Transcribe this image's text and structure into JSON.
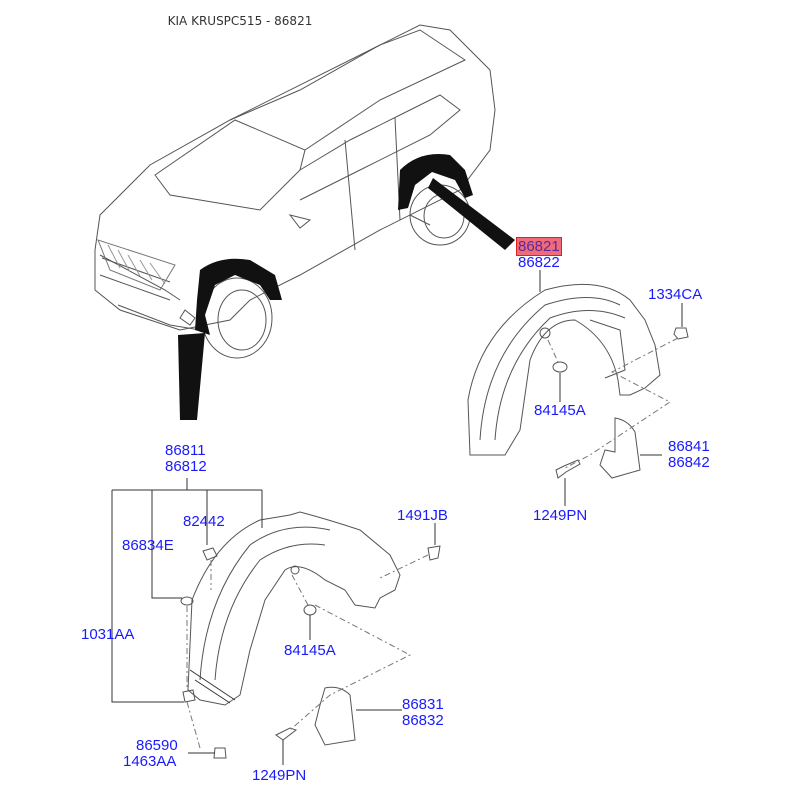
{
  "title": "KIA KRUSPC515 - 86821",
  "colors": {
    "label_text": "#1a1aff",
    "highlight_fill": "#f06a7a",
    "highlight_border": "#e02020",
    "line_art": "#333333"
  },
  "labels": {
    "rear_guard_lh": "86821",
    "rear_guard_rh": "86822",
    "rear_nut": "1334CA",
    "rear_grommet": "84145A",
    "rear_mudflap_lh": "86841",
    "rear_mudflap_rh": "86842",
    "rear_screw": "1249PN",
    "front_guard_lh": "86811",
    "front_guard_rh": "86812",
    "front_clip": "82442",
    "front_washer": "86834E",
    "front_bolt_group": "1031AA",
    "front_clip_b": "1491JB",
    "front_grommet": "84145A",
    "front_mudflap_lh": "86831",
    "front_mudflap_rh": "86832",
    "front_screw_a": "86590",
    "front_screw_b": "1463AA",
    "front_screw_c": "1249PN"
  },
  "highlighted_part": "86821"
}
